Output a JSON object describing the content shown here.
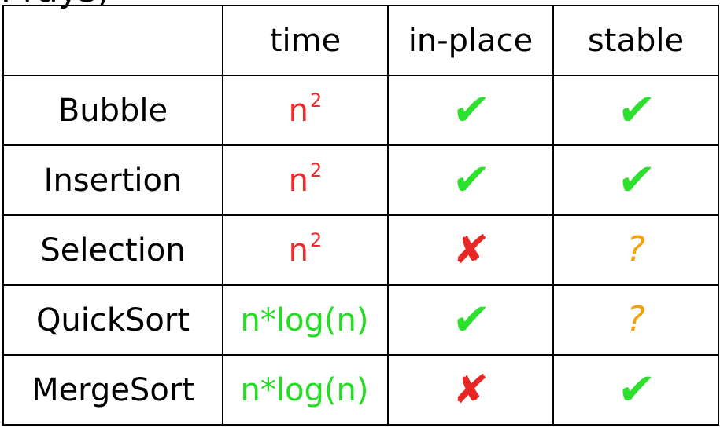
{
  "partial_header_text": ": rays)",
  "headers": [
    "",
    "time",
    "in-place",
    "stable"
  ],
  "rows": [
    {
      "name": "Bubble",
      "time_base": "n",
      "time_exp": "2",
      "time_tone": "red",
      "in_place": "check",
      "stable": "check"
    },
    {
      "name": "Insertion",
      "time_base": "n",
      "time_exp": "2",
      "time_tone": "red",
      "in_place": "check",
      "stable": "check"
    },
    {
      "name": "Selection",
      "time_base": "n",
      "time_exp": "2",
      "time_tone": "red",
      "in_place": "cross",
      "stable": "question"
    },
    {
      "name": "QuickSort",
      "time_base": "n*log(n)",
      "time_exp": "",
      "time_tone": "green",
      "in_place": "check",
      "stable": "question"
    },
    {
      "name": "MergeSort",
      "time_base": "n*log(n)",
      "time_exp": "",
      "time_tone": "green",
      "in_place": "cross",
      "stable": "check"
    }
  ],
  "symbols": {
    "check": {
      "glyph": "✔",
      "icon": "check-mark-icon",
      "color": "#2ee02e"
    },
    "cross": {
      "glyph": "✘",
      "icon": "cross-mark-icon",
      "color": "#e82626"
    },
    "question": {
      "glyph": "?",
      "icon": "question-mark-icon",
      "color": "#f4a20c"
    }
  },
  "colors": {
    "red": "#f02a2a",
    "green": "#22dd22",
    "text": "#000000",
    "border": "#000000"
  }
}
